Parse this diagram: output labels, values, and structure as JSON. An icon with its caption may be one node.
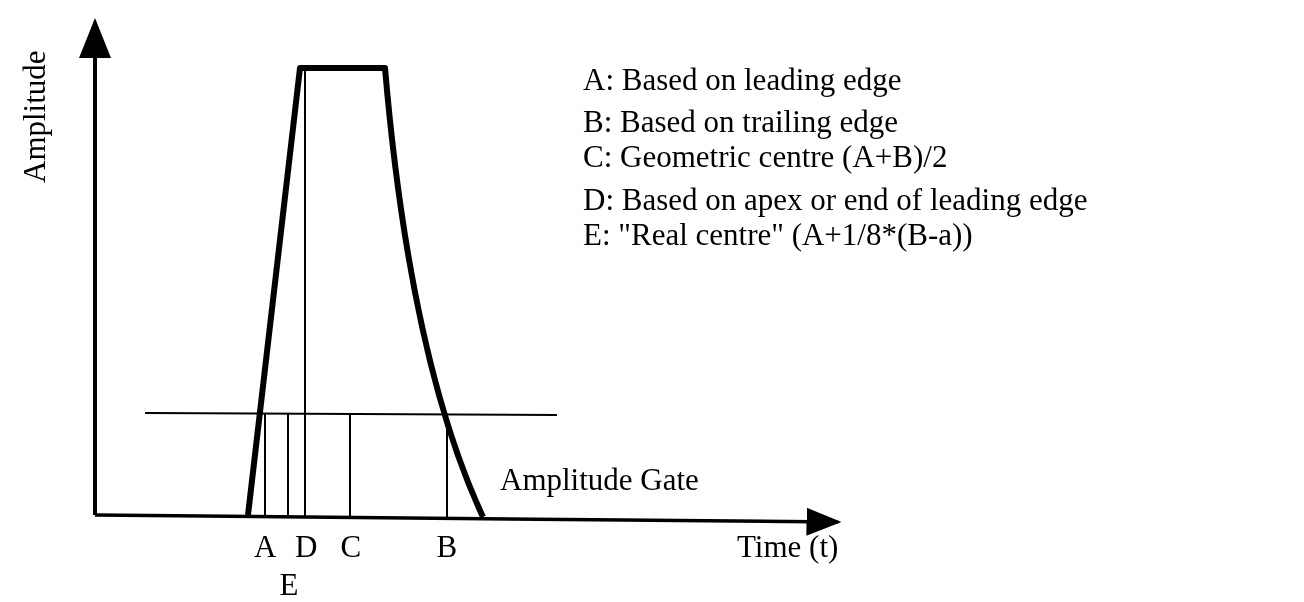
{
  "diagram": {
    "labels": [
      "Amplitude",
      "A: Based on leading edge",
      "B: Based on trailing edge",
      "C: Geometric centre (A+B)/2",
      "D: Based on apex or end of leading edge",
      "E: \"Real centre\" (A+1/8*(B-a))",
      "Amplitude Gate",
      "A",
      "D",
      "C",
      "B",
      "Time (t)",
      "E"
    ]
  }
}
